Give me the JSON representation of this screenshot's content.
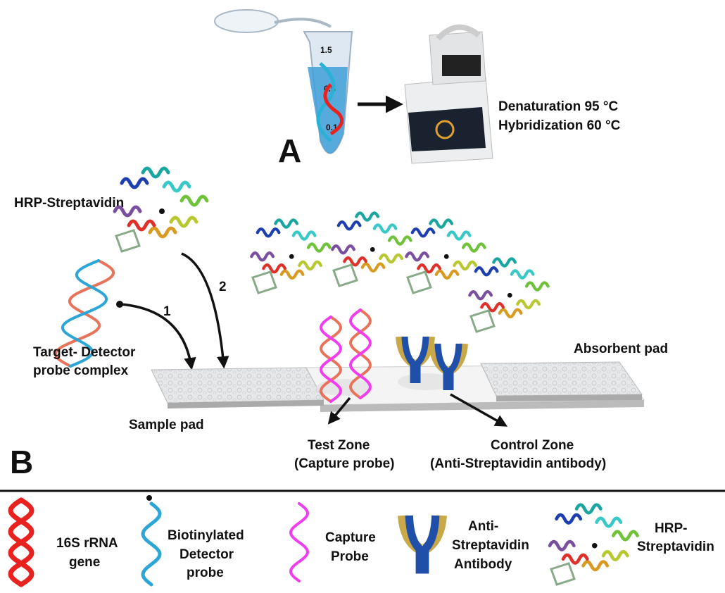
{
  "panel_a": {
    "letter": "A",
    "conditions": [
      "Denaturation 95 °C",
      "Hybridization 60 °C"
    ],
    "tube_marks": [
      "1.5",
      "0.5",
      "0.1"
    ]
  },
  "panel_b": {
    "letter": "B",
    "hrp_label": "HRP-Streptavidin",
    "complex_label": [
      "Target- Detector",
      "probe complex"
    ],
    "step_1": "1",
    "step_2": "2",
    "sample_pad": "Sample pad",
    "absorbent_pad": "Absorbent pad",
    "test_zone": [
      "Test Zone",
      "(Capture probe)"
    ],
    "control_zone": [
      "Control Zone",
      "(Anti-Streptavidin antibody)"
    ]
  },
  "legend": [
    {
      "icon": "rrna-helix-icon",
      "label": [
        "16S rRNA",
        "gene"
      ]
    },
    {
      "icon": "detector-probe-icon",
      "label": [
        "Biotinylated",
        "Detector",
        "probe"
      ]
    },
    {
      "icon": "capture-probe-icon",
      "label": [
        "Capture",
        "Probe"
      ]
    },
    {
      "icon": "antibody-icon",
      "label": [
        "Anti-",
        "Streptavidin",
        "Antibody"
      ]
    },
    {
      "icon": "hrp-protein-icon",
      "label": [
        "HRP-",
        "Streptavidin"
      ]
    }
  ],
  "colors": {
    "rrna": "#e8231f",
    "detector": "#2ba6d6",
    "capture": "#f23cf0",
    "antibody": "#1f4fa8",
    "antibody_tip": "#c8a848",
    "tube_liquid": "#3f9fd8"
  }
}
